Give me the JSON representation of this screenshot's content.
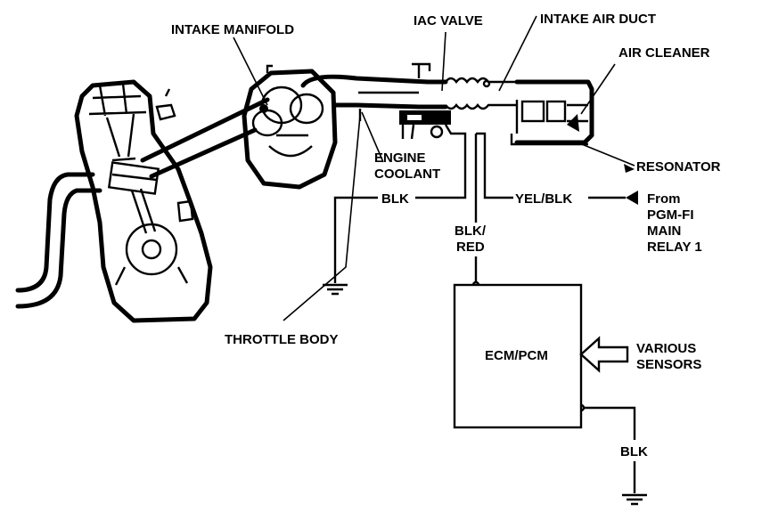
{
  "labels": {
    "intake_manifold": "INTAKE MANIFOLD",
    "iac_valve": "IAC VALVE",
    "intake_air_duct": "INTAKE AIR DUCT",
    "air_cleaner": "AIR CLEANER",
    "resonator": "RESONATOR",
    "engine_coolant_1": "ENGINE",
    "engine_coolant_2": "COOLANT",
    "blk_top": "BLK",
    "yel_blk": "YEL/BLK",
    "from_1": "From",
    "from_2": "PGM-FI",
    "from_3": "MAIN",
    "from_4": "RELAY 1",
    "blk_red_1": "BLK/",
    "blk_red_2": "RED",
    "throttle_body": "THROTTLE BODY",
    "ecm_pcm": "ECM/PCM",
    "various_1": "VARIOUS",
    "various_2": "SENSORS",
    "blk_bottom": "BLK"
  }
}
